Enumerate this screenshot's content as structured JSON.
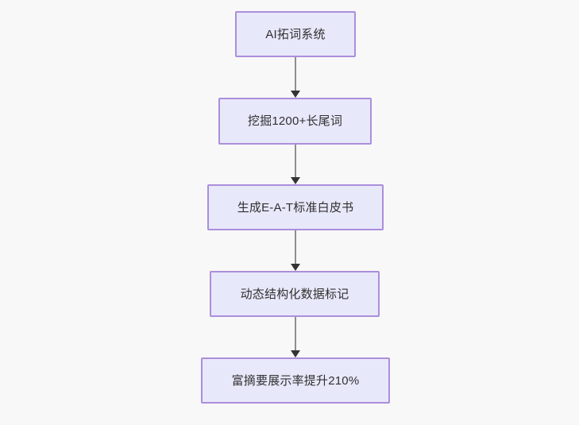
{
  "diagram": {
    "type": "flowchart",
    "direction": "top-down",
    "background_color": "#f8f8f8",
    "node_fill_color": "#e8e8fb",
    "node_border_color": "#ab8fdb",
    "node_text_color": "#303030",
    "edge_line_color": "#8e8e8e",
    "edge_arrow_color": "#333333",
    "nodes": [
      {
        "id": "n0",
        "label": "AI拓词系统"
      },
      {
        "id": "n1",
        "label": "挖掘1200+长尾词"
      },
      {
        "id": "n2",
        "label": "生成E-A-T标准白皮书"
      },
      {
        "id": "n3",
        "label": "动态结构化数据标记"
      },
      {
        "id": "n4",
        "label": "富摘要展示率提升210%"
      }
    ],
    "edges": [
      {
        "from": "n0",
        "to": "n1",
        "arrow": "arrow-down-icon"
      },
      {
        "from": "n1",
        "to": "n2",
        "arrow": "arrow-down-icon"
      },
      {
        "from": "n2",
        "to": "n3",
        "arrow": "arrow-down-icon"
      },
      {
        "from": "n3",
        "to": "n4",
        "arrow": "arrow-down-icon"
      }
    ]
  }
}
